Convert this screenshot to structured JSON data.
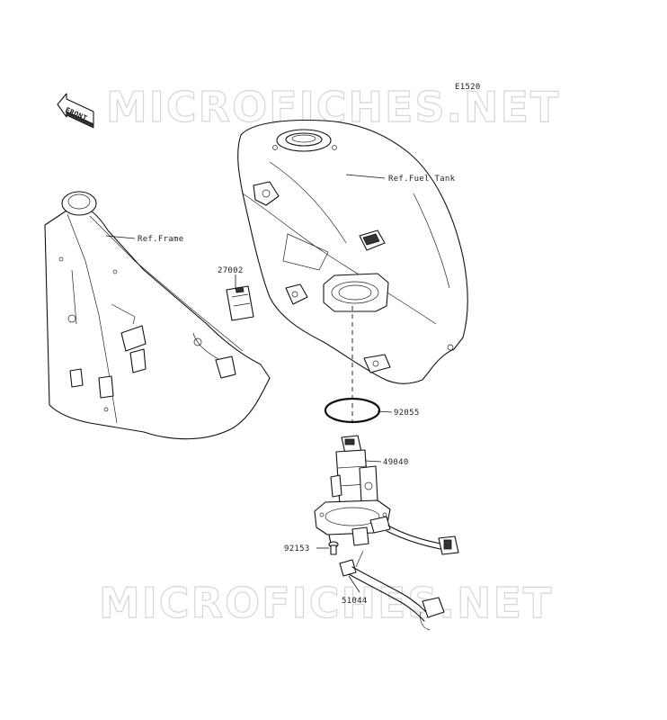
{
  "diagram": {
    "code": "E1520",
    "front_label": "FRONT",
    "watermark_top": "MICROFICHES.NET",
    "watermark_bottom": "MICROFICHES.NET",
    "labels": {
      "fuel_tank": "Ref.Fuel Tank",
      "frame": "Ref.Frame",
      "part_27002": "27002",
      "part_92055": "92055",
      "part_49040": "49040",
      "part_92153": "92153",
      "part_51044": "51044"
    }
  }
}
